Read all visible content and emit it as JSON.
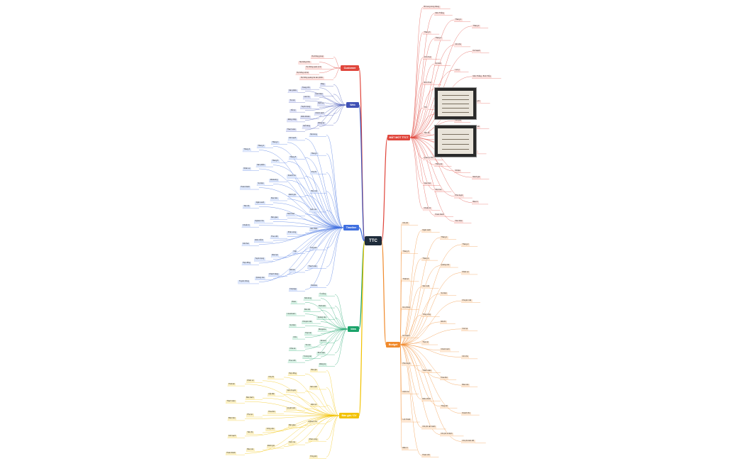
{
  "root": {
    "label": "TTC",
    "color": "#1d2b3a"
  },
  "branches": {
    "mat_bot_tt": {
      "label": "MẤT MỐT TTCT",
      "color": "#e0463c",
      "node_bg": "#fde2df",
      "nodes": [
        "Bổ sung trong tháng",
        "Mức Thắng",
        "Tháng 1",
        "Tháng 2",
        "Tháng 3",
        "Tháng 4",
        "Ghi chú",
        "Kế hoạch",
        "Ảnh chụp",
        "Dự kiến",
        "Lưu ý",
        "Mức Thắng - Bình Thủy",
        "Bình Thuỷ",
        "Phiên lấp",
        "Hồi quy",
        "Thông tin",
        "TTC",
        "Hệ thống",
        "Kết quả",
        "Tổng kết",
        "Tiến độ",
        "Báo cáo",
        "Chênh lệch",
        "Xử lý",
        "Quản lý TTC",
        "Thống kê",
        "Số liệu",
        "Đánh giá",
        "Giao ban",
        "Mục tiêu",
        "Phê duyệt",
        "Bảo trì",
        "Chuẩn bị",
        "Hoàn thành",
        "Xác nhận"
      ]
    },
    "customer": {
      "label": "Customer",
      "color": "#e0463c",
      "node_bg": "#fde2df",
      "nodes": [
        "Hệ thống group",
        "Hệ thống KOL",
        "Hệ thống quản lý tin",
        "Hệ thống nội bộ",
        "Hệ thống quảng bá sản phẩm"
      ]
    },
    "web": {
      "label": "Web",
      "color": "#3f51b5",
      "node_bg": "#dde1f7",
      "nodes": [
        "Blog",
        "Trang chủ",
        "Sản phẩm",
        "Giới thiệu",
        "Liên hệ",
        "Tin tức",
        "Dịch vụ",
        "Tuyển dụng",
        "Hỗ trợ",
        "Chính sách",
        "Điều khoản",
        "Đăng nhập",
        "Đăng ký",
        "Giỏ hàng",
        "Thanh toán"
      ]
    },
    "timeline": {
      "label": "Timeline",
      "color": "#3f6fe0",
      "node_bg": "#dce6fb",
      "nodes": [
        "Nội dung",
        "Kế hoạch",
        "Tháng 1",
        "Tháng 2",
        "Tháng 3",
        "Tháng 4",
        "Tháng 5",
        "Tháng 6",
        "Sản phẩm",
        "Nhân sự",
        "Chi phí",
        "Doanh thu",
        "Marketing",
        "Sự kiện",
        "Hoàn thành",
        "Báo cáo",
        "Đánh giá",
        "Mục tiêu",
        "Ngân sách",
        "Tiến độ",
        "Kiểm tra",
        "Triển khai",
        "Bàn giao",
        "Nghiệm thu",
        "Chuẩn bị",
        "Xác nhận",
        "Phân công",
        "Theo dõi",
        "Điều chỉnh",
        "Kết thúc",
        "Tổng kết",
        "Họp",
        "Đào tạo",
        "Tuyển dụng",
        "Hợp đồng",
        "Thanh toán",
        "Đối tác",
        "Khách hàng",
        "Quảng cáo",
        "Truyền thông",
        "Website",
        "Fanpage"
      ]
    },
    "idea": {
      "label": "Idea",
      "color": "#1aa36a",
      "node_bg": "#d8f3e6",
      "nodes": [
        "Ý tưởng",
        "Nội dung",
        "Video",
        "Hình ảnh",
        "Bài viết",
        "Livestream",
        "Quảng cáo",
        "Khuyến mãi",
        "Sự kiện",
        "Minigame",
        "Hợp tác",
        "KOL",
        "Review",
        "Tin tức",
        "Chia sẻ",
        "Bình luận",
        "Tương tác",
        "Theo dõi",
        "Đăng ký"
      ]
    },
    "ban_gia": {
      "label": "Bản giá / CV",
      "color": "#f2c200",
      "node_bg": "#fbf0c4",
      "nodes": [
        "Báo giá",
        "Hợp đồng",
        "Chi phí",
        "Nhân sự",
        "Thiết kế",
        "Sản xuất",
        "Vận chuyển",
        "Lắp đặt",
        "Bảo hành",
        "Thanh toán",
        "Đặt cọc",
        "Quyết toán",
        "Hóa đơn",
        "Phụ lục",
        "Biên bản",
        "Nghiệm thu",
        "Bàn giao",
        "Công việc",
        "Tiến độ",
        "Kế hoạch",
        "Phân công",
        "Kiểm tra",
        "Đánh giá",
        "Báo cáo",
        "Hoàn thành",
        "Tổng kết"
      ]
    },
    "budget": {
      "label": "Budget",
      "color": "#f08a2c",
      "node_bg": "#fde7d2",
      "nodes": [
        "Chi phí",
        "Ngân sách",
        "Tháng 1",
        "Tháng 2",
        "Tháng 3",
        "Tháng 4",
        "Quảng cáo",
        "Nhân sự",
        "Thiết kế",
        "Sản xuất",
        "Sự kiện",
        "Khuyến mãi",
        "Dự phòng",
        "Tổng cộng",
        "Đã chi",
        "Còn lại",
        "Kế hoạch",
        "Thực tế",
        "Chênh lệch",
        "Ghi chú",
        "Phê duyệt",
        "Thanh toán",
        "Hóa đơn",
        "Báo cáo",
        "Kiểm tra",
        "Điều chỉnh",
        "Tổng kết",
        "Doanh thu",
        "Lợi nhuận",
        "Chi phí vận hành",
        "Chi phí cố định",
        "Chi phí biến đổi",
        "Đầu tư",
        "Hoàn vốn"
      ]
    }
  }
}
